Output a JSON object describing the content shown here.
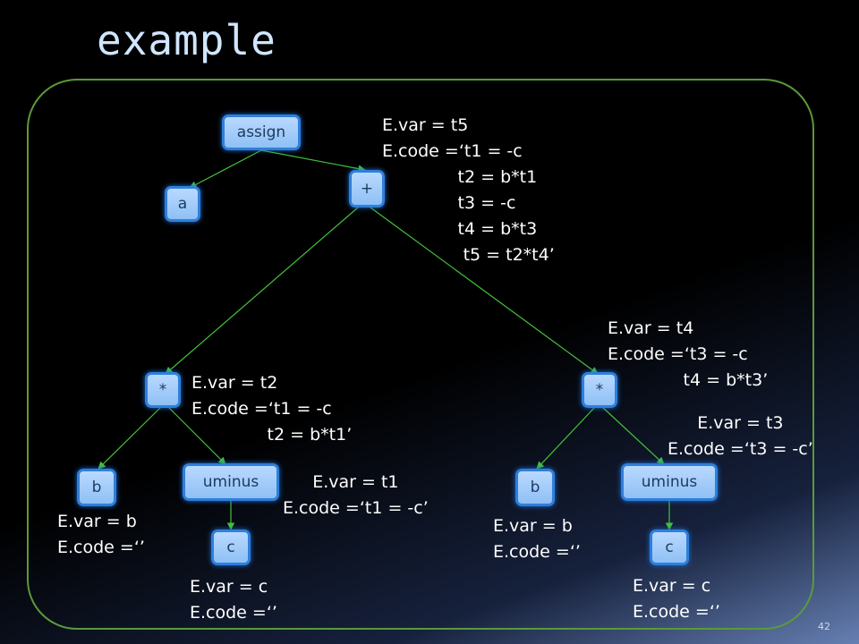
{
  "title": "example",
  "page_number": "42",
  "nodes": {
    "assign": "assign",
    "a": "a",
    "plus": "+",
    "mul_left": "*",
    "mul_right": "*",
    "b_left": "b",
    "uminus_left": "uminus",
    "c_left": "c",
    "b_right": "b",
    "uminus_right": "uminus",
    "c_right": "c"
  },
  "labels": {
    "plus": "E.var = t5\nE.code =‘t1 = -c\n              t2 = b*t1\n              t3 = -c\n              t4 = b*t3\n               t5 = t2*t4’",
    "mul_right": "E.var = t4\nE.code =‘t3 = -c\n              t4 = b*t3’",
    "mul_left": "E.var = t2\nE.code =‘t1 = -c\n              t2 = b*t1’",
    "uminus_right": "E.var = t3\nE.code =‘t3 = -c’",
    "uminus_left": "E.var = t1\nE.code =‘t1 = -c’",
    "b_left": "E.var = b\nE.code =‘’",
    "b_right": "E.var = b\nE.code =‘’",
    "c_left": "E.var = c\nE.code =‘’",
    "c_right": "E.var = c\nE.code =‘’"
  },
  "colors": {
    "node_fill": "#a9d0fb",
    "node_border": "#2f7fdc",
    "edge": "#44c23a",
    "frame": "#5a9a3a",
    "title": "#cfe6ff"
  }
}
